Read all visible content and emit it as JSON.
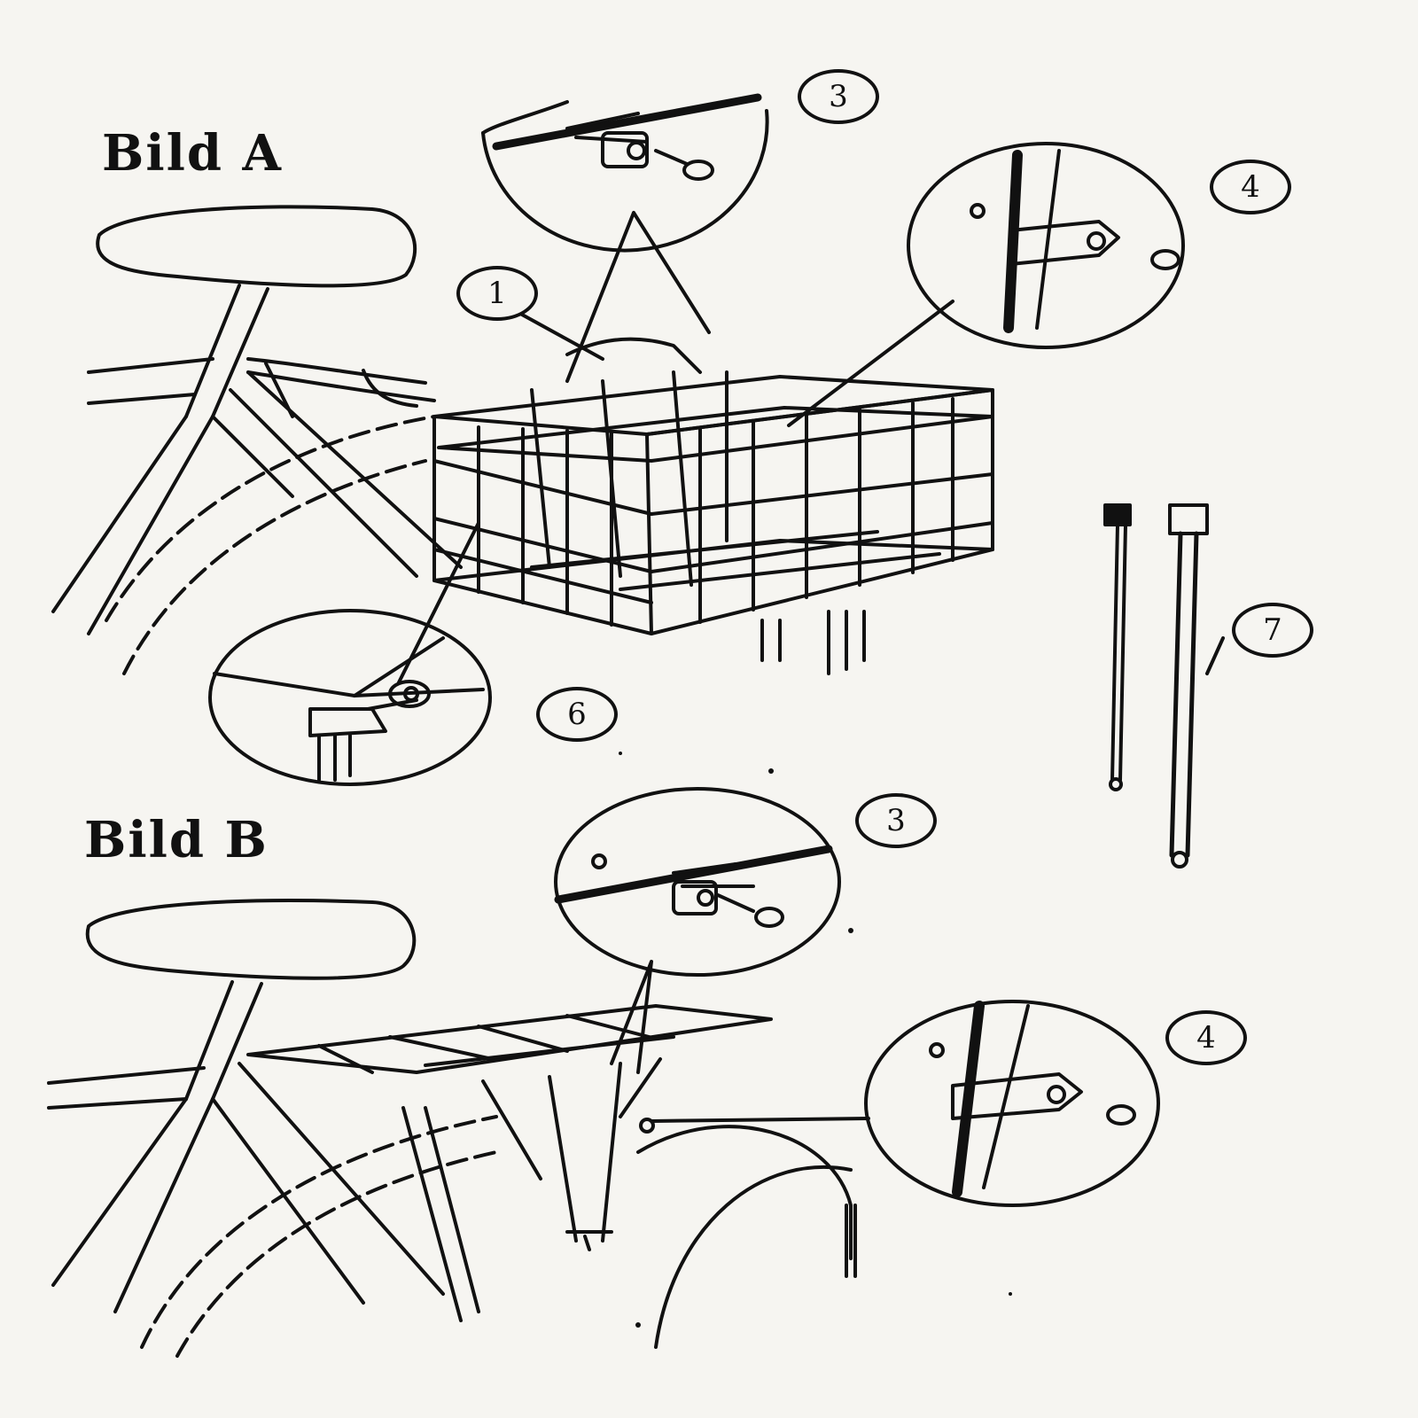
{
  "figures": {
    "a": {
      "heading": "Bild A"
    },
    "b": {
      "heading": "Bild B"
    }
  },
  "callouts": {
    "a_1": "1",
    "a_3": "3",
    "a_4": "4",
    "a_6": "6",
    "a_7": "7",
    "b_3": "3",
    "b_4": "4"
  },
  "ink_color": "#111111",
  "paper_color": "#f6f5f1"
}
